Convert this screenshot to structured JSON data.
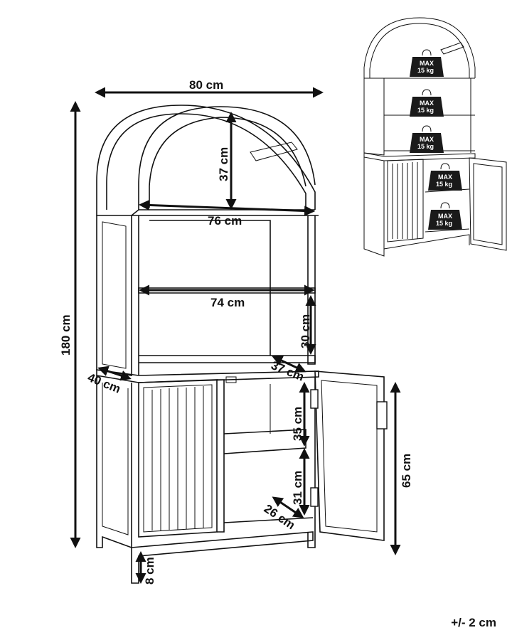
{
  "dimensions": {
    "width_top": "80 cm",
    "height_total": "180 cm",
    "arch_height": "37 cm",
    "top_shelf_width": "76 cm",
    "mid_shelf_width": "74 cm",
    "upper_shelf_height": "30 cm",
    "upper_depth": "37 cm",
    "depth": "40 cm",
    "cabinet_upper_height": "35 cm",
    "cabinet_lower_height": "31 cm",
    "cabinet_depth": "26 cm",
    "cabinet_height": "65 cm",
    "leg_height": "8 cm"
  },
  "tolerance": "+/- 2 cm",
  "load_labels": [
    {
      "line1": "MAX",
      "line2": "15 kg"
    },
    {
      "line1": "MAX",
      "line2": "15 kg"
    },
    {
      "line1": "MAX",
      "line2": "15 kg"
    },
    {
      "line1": "MAX",
      "line2": "15 kg"
    },
    {
      "line1": "MAX",
      "line2": "15 kg"
    }
  ]
}
